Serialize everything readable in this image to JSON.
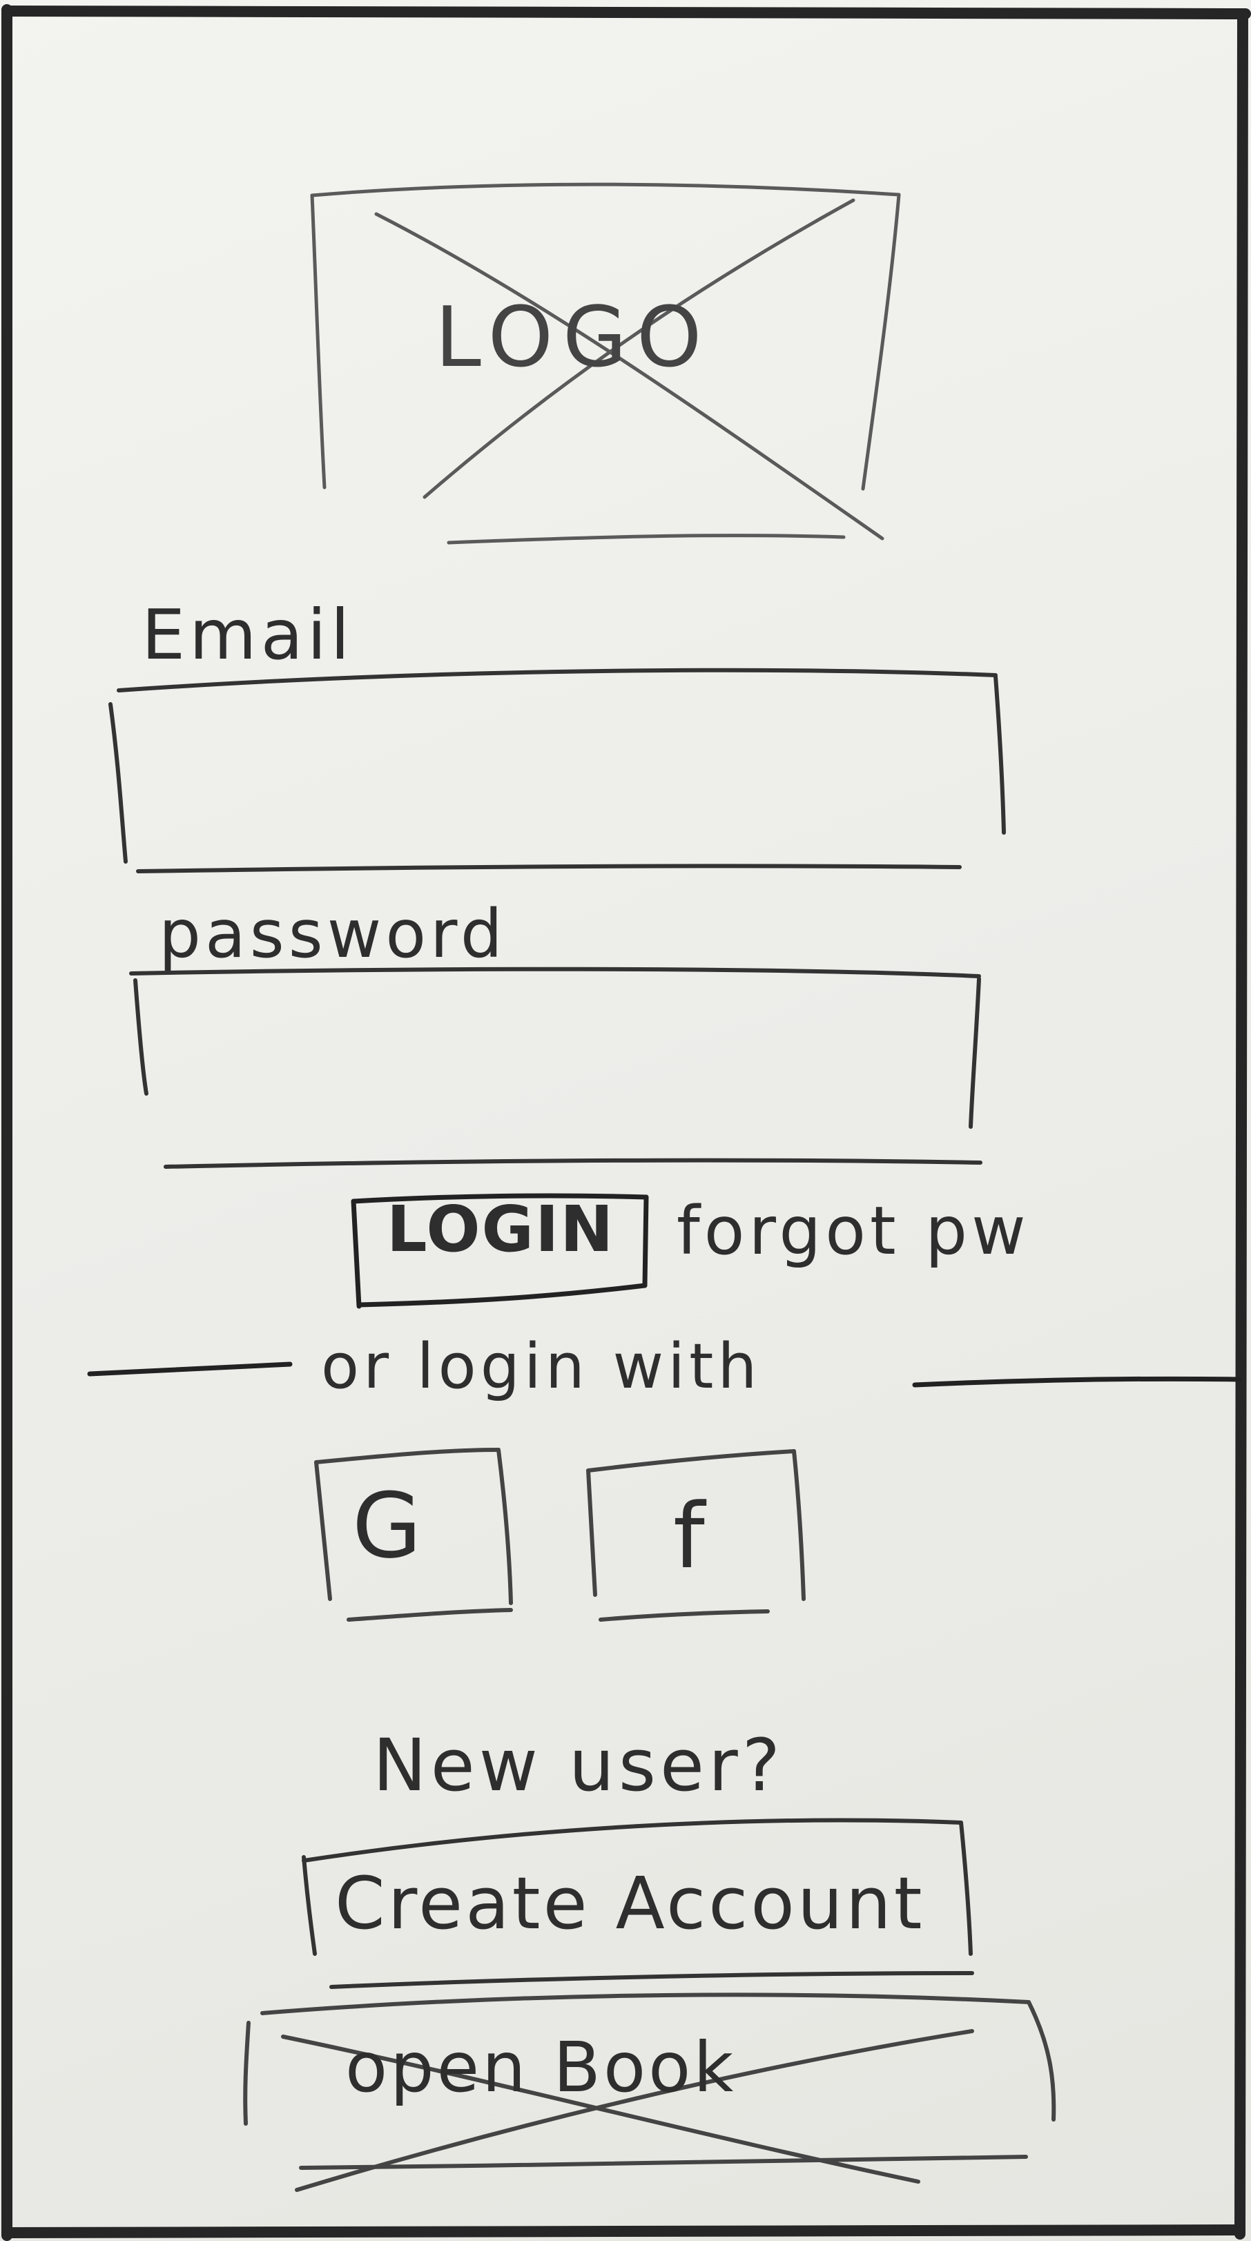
{
  "logo": {
    "text": "LOGO",
    "icon": "crossed-out-image-placeholder"
  },
  "email": {
    "label": "Email",
    "value": ""
  },
  "password": {
    "label": "password",
    "value": ""
  },
  "login": {
    "button_label": "LOGIN",
    "forgot_label": "forgot pw"
  },
  "social": {
    "divider_label": "or login with",
    "google_label": "G",
    "facebook_label": "f"
  },
  "signup": {
    "prompt": "New user?",
    "create_label": "Create Account"
  },
  "openbook": {
    "label": "open Book",
    "icon": "crossed-out-placeholder"
  },
  "colors": {
    "paper": "#ededea",
    "pencil": "#2e2e2e",
    "border": "#262626"
  }
}
